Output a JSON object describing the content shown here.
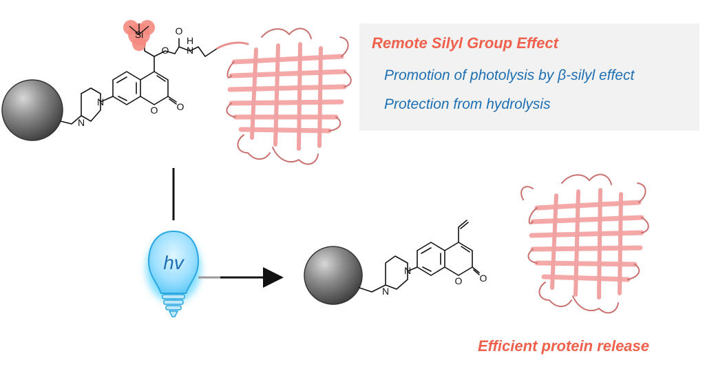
{
  "info_box": {
    "title": "Remote Silyl Group Effect",
    "lines": [
      "Promotion of photolysis by β-silyl effect",
      "Protection from hydrolysis"
    ]
  },
  "atoms": {
    "si": "Si",
    "n": "N",
    "o": "O",
    "h": "H"
  },
  "light": {
    "label": "hv"
  },
  "result_label": "Efficient protein release",
  "colors": {
    "accent_red": "#f0604c",
    "accent_blue": "#1d6fb3",
    "protein_pink": "#f4a9a8",
    "silyl_highlight": "#f58a7e",
    "bulb_glow": "#27c7ff",
    "sphere_gray": "#7a7a7a"
  }
}
